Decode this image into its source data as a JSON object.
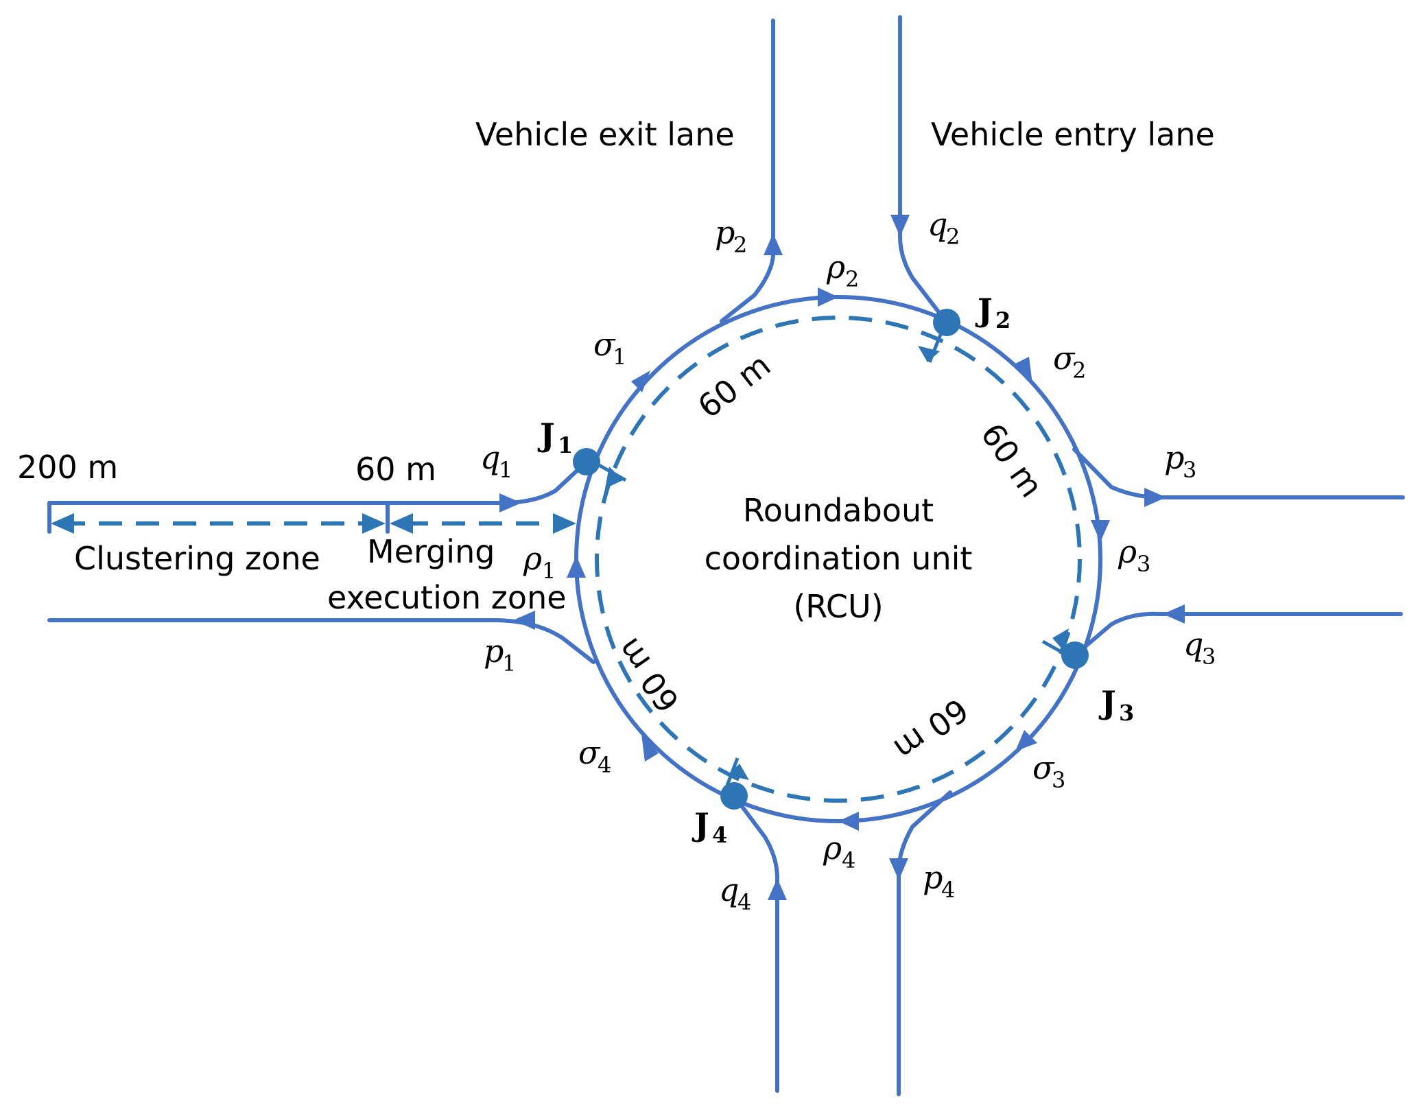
{
  "labels": {
    "exit_lane": "Vehicle exit lane",
    "entry_lane": "Vehicle entry lane",
    "rcu_line1": "Roundabout",
    "rcu_line2": "coordination unit",
    "rcu_line3": "(RCU)",
    "clustering_zone": "Clustering zone",
    "merging_line1": "Merging",
    "merging_line2": "execution zone",
    "dist_200": "200 m",
    "dist_60_approach": "60 m",
    "ring_dist": "60 m"
  },
  "symbols": {
    "p": "p",
    "q": "q",
    "rho": "ρ",
    "sigma": "σ",
    "J": "J",
    "idx1": "1",
    "idx2": "2",
    "idx3": "3",
    "idx4": "4"
  },
  "colors": {
    "road": "#4472C4",
    "dashed_track": "#2E75B6",
    "junction": "#2E75B6"
  }
}
